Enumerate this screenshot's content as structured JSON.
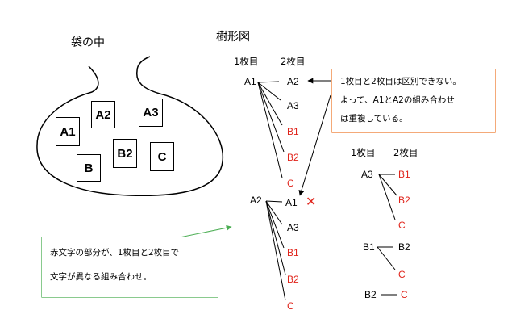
{
  "bag": {
    "title": "袋の中",
    "cards": [
      "A1",
      "A2",
      "A3",
      "B",
      "B2",
      "C"
    ]
  },
  "tree": {
    "title": "樹形図",
    "headers": {
      "first": "1枚目",
      "second": "2枚目"
    },
    "a1": {
      "root": "A1",
      "children": [
        "A2",
        "A3",
        "B1",
        "B2",
        "C"
      ]
    },
    "a2": {
      "root": "A2",
      "children": [
        "A1",
        "A3",
        "B1",
        "B2",
        "C"
      ],
      "cross": "✕"
    },
    "right_headers": {
      "first": "1枚目",
      "second": "2枚目"
    },
    "a3": {
      "root": "A3",
      "children": [
        "B1",
        "B2",
        "C"
      ]
    },
    "b1": {
      "root": "B1",
      "children": [
        "B2",
        "C"
      ]
    },
    "b2": {
      "root": "B2",
      "children": [
        "C"
      ]
    }
  },
  "notes": {
    "orange": [
      "1枚目と2枚目は区別できない。",
      "よって、A1とA2の組み合わせ",
      "は重複している。"
    ],
    "green": [
      "赤文字の部分が、1枚目と2枚目で",
      "文字が異なる組み合わせ。"
    ]
  },
  "colors": {
    "red": "#e0241b",
    "orange": "#ed7d31",
    "green": "#4aad52",
    "black": "#000000"
  }
}
